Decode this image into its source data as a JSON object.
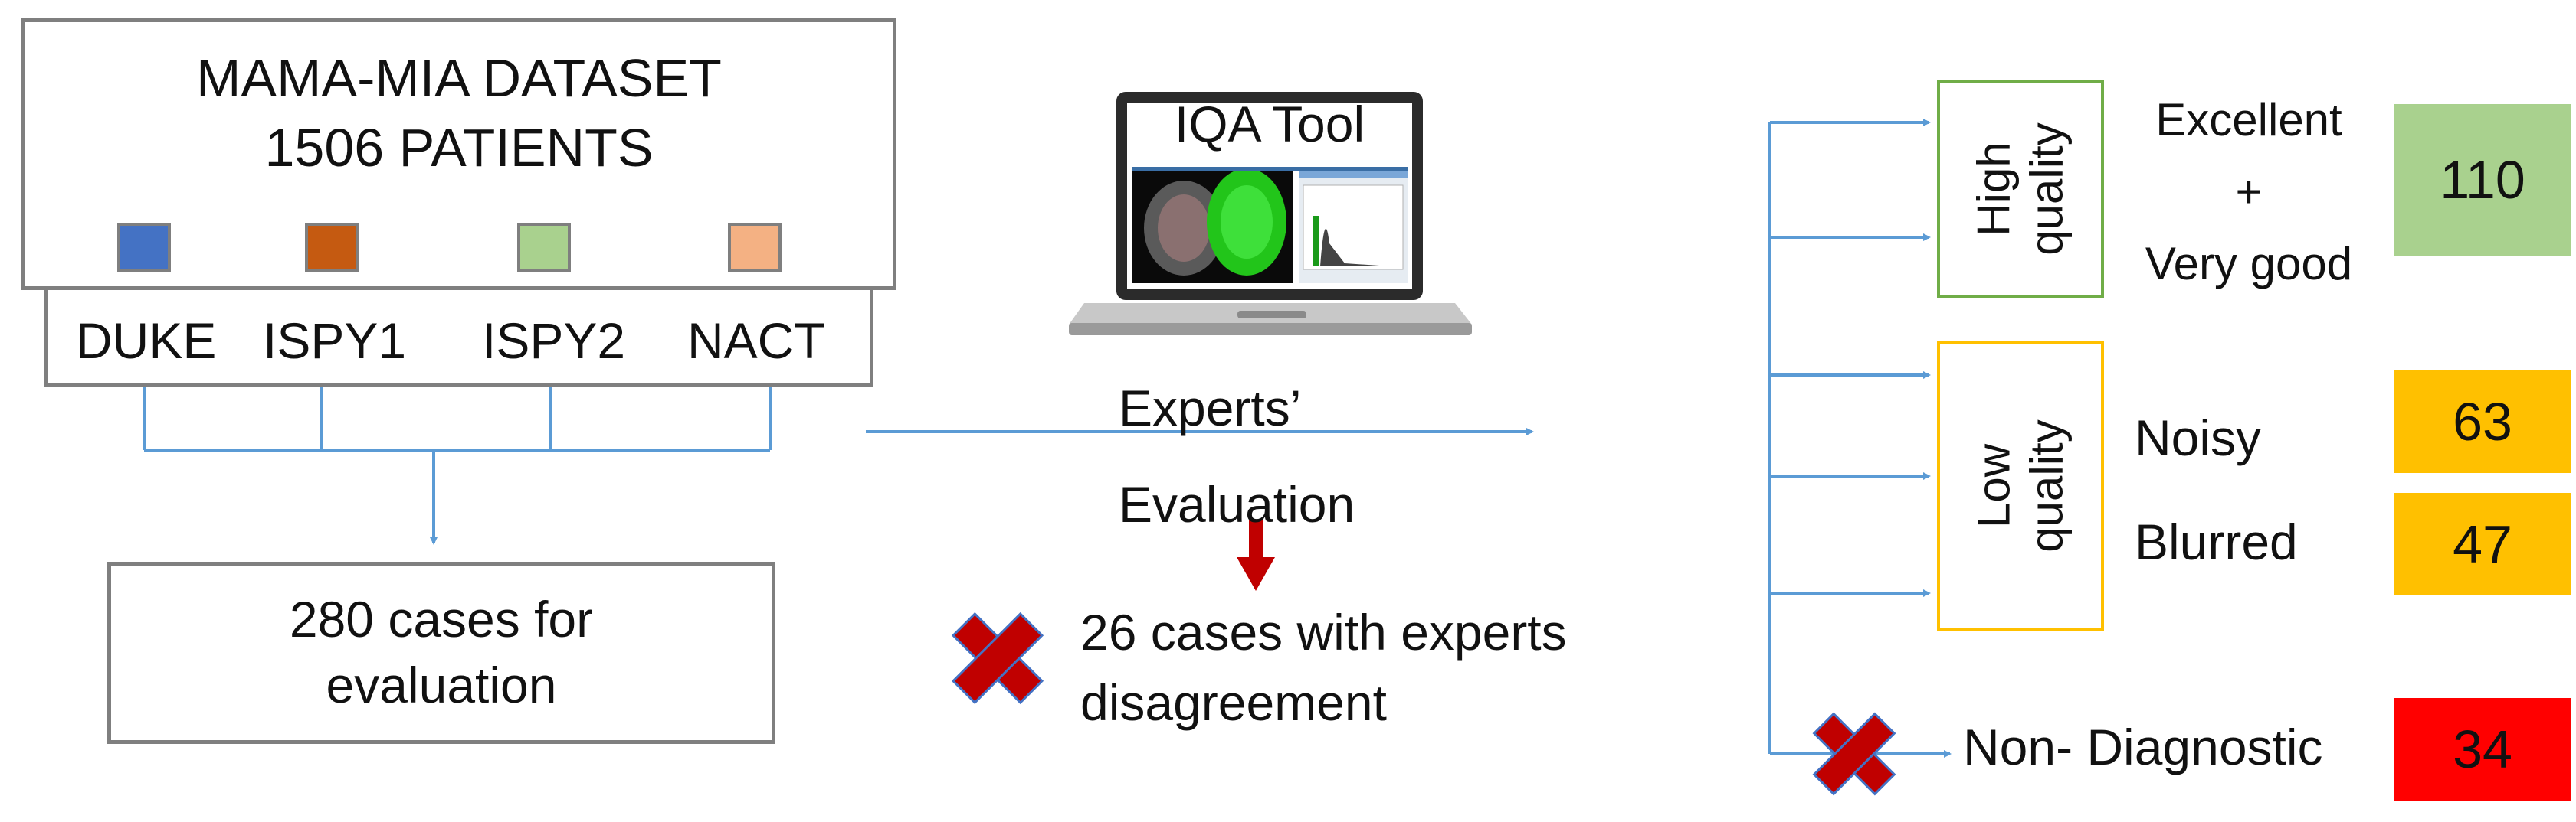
{
  "dataset": {
    "title_line1": "MAMA-MIA DATASET",
    "title_line2": "1506 PATIENTS",
    "sources": [
      {
        "name": "DUKE",
        "color": "#4472c4"
      },
      {
        "name": "ISPY1",
        "color": "#c55a11"
      },
      {
        "name": "ISPY2",
        "color": "#a9d18e"
      },
      {
        "name": "NACT",
        "color": "#f4b183"
      }
    ]
  },
  "selection": {
    "line1": "280 cases for",
    "line2": "evaluation"
  },
  "tool": {
    "label": "IQA Tool"
  },
  "evaluation": {
    "line1": "Experts’",
    "line2": "Evaluation"
  },
  "disagreement": {
    "line1": "26 cases with experts",
    "line2": "disagreement"
  },
  "categories": {
    "high": {
      "label_line1": "High",
      "label_line2": "quality",
      "sub_line1": "Excellent",
      "sub_plus": "+",
      "sub_line2": "Very good",
      "count": "110",
      "color": "#a9d18e",
      "border": "#70ad47"
    },
    "low": {
      "label_line1": "Low",
      "label_line2": "quality",
      "border": "#ffc000",
      "items": [
        {
          "label": "Noisy",
          "count": "63",
          "color": "#ffc000"
        },
        {
          "label": "Blurred",
          "count": "47",
          "color": "#ffc000"
        }
      ]
    },
    "non_diagnostic": {
      "label": "Non- Diagnostic",
      "count": "34",
      "color": "#ff0000"
    }
  },
  "colors": {
    "arrow": "#5b9bd5",
    "down_arrow": "#c00000",
    "cross": "#c00000",
    "box_border": "#7f7f7f"
  }
}
